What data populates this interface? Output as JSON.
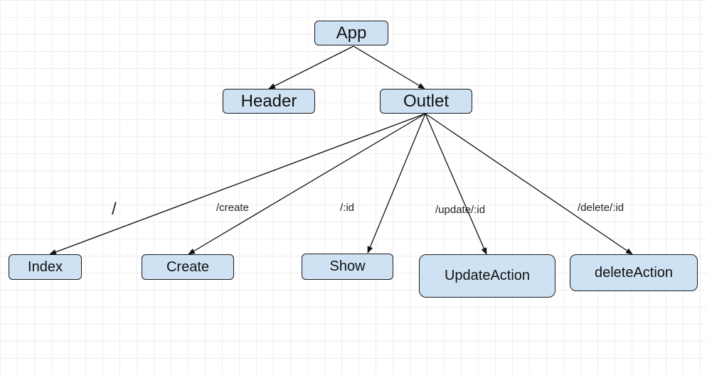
{
  "colors": {
    "node_fill": "#cfe2f3",
    "node_border": "#1a1a1a",
    "edge": "#111111",
    "grid": "#eeeeee"
  },
  "nodes": {
    "app": "App",
    "header": "Header",
    "outlet": "Outlet",
    "index": "Index",
    "create": "Create",
    "show": "Show",
    "update_action": "UpdateAction",
    "delete_action": "deleteAction"
  },
  "edges": [
    {
      "from": "App",
      "to": "Header",
      "label": ""
    },
    {
      "from": "App",
      "to": "Outlet",
      "label": ""
    },
    {
      "from": "Outlet",
      "to": "Index",
      "label": "/"
    },
    {
      "from": "Outlet",
      "to": "Create",
      "label": "/create"
    },
    {
      "from": "Outlet",
      "to": "Show",
      "label": "/:id"
    },
    {
      "from": "Outlet",
      "to": "UpdateAction",
      "label": "/update/:id"
    },
    {
      "from": "Outlet",
      "to": "deleteAction",
      "label": "/delete/:id"
    }
  ]
}
